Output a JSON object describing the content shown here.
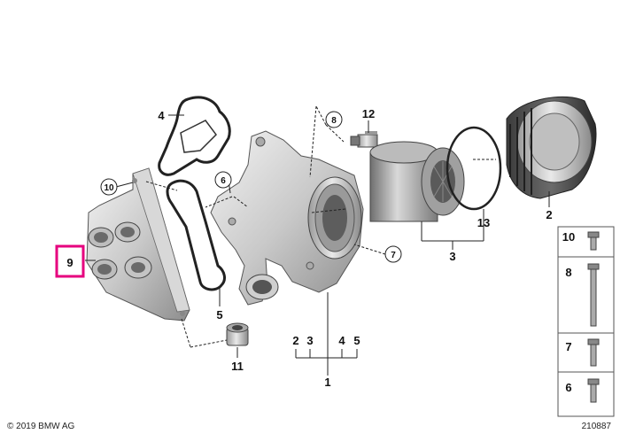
{
  "copyright": "© 2019 BMW AG",
  "diagram_id": "210887",
  "highlight_color": "#e6007e",
  "callouts": {
    "c1": "1",
    "c2a": "2",
    "c2b": "2",
    "c3a": "3",
    "c3b": "3",
    "c4a": "4",
    "c4b": "4",
    "c5a": "5",
    "c5b": "5",
    "c6": "6",
    "c7": "7",
    "c8": "8",
    "c9": "9",
    "c10": "10",
    "c11": "11",
    "c12": "12",
    "c13": "13"
  },
  "bolt_legend": [
    "10",
    "8",
    "7",
    "6"
  ]
}
